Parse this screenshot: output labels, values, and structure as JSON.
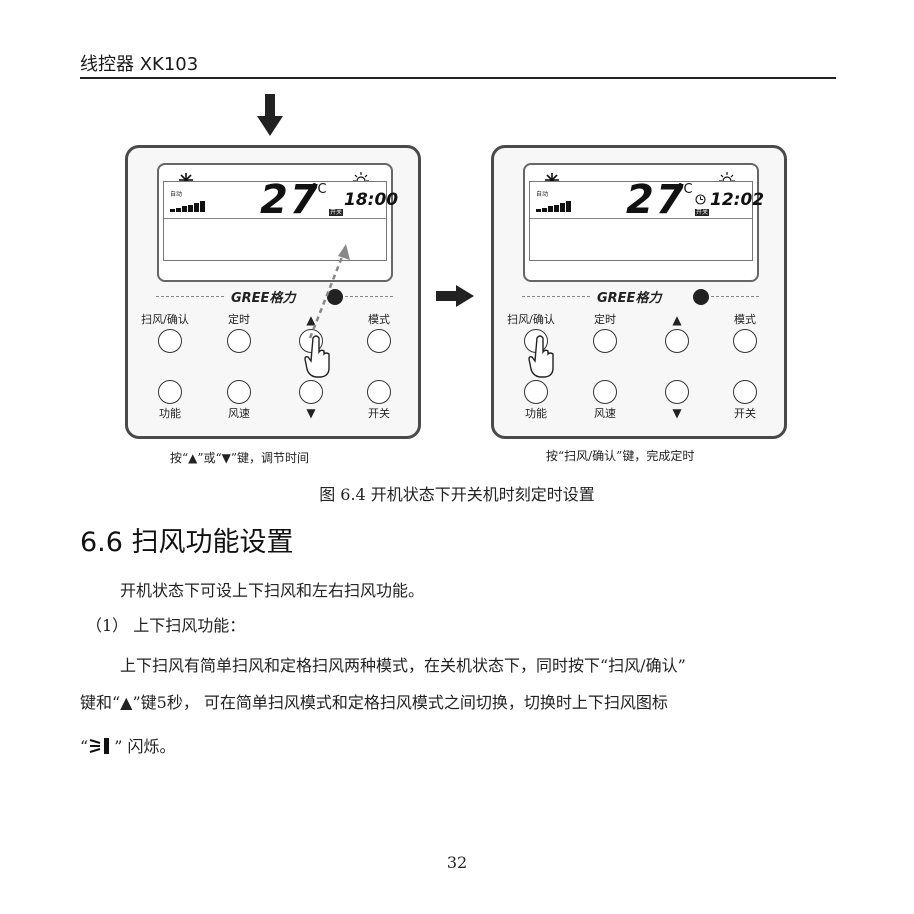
{
  "header": {
    "title": "线控器 XK103"
  },
  "panels": [
    {
      "lcd": {
        "mode_label": "自动",
        "temperature": "27",
        "unit": "°C",
        "time": "18:00",
        "onoff_badge": "开关"
      },
      "brand": "GREE格力",
      "buttons": {
        "top": [
          "扫风/确认",
          "定时",
          "▲",
          "模式"
        ],
        "bottom": [
          "功能",
          "风速",
          "▼",
          "开关"
        ]
      },
      "caption": "按“▲”或“▼”键，调节时间"
    },
    {
      "lcd": {
        "mode_label": "自动",
        "temperature": "27",
        "unit": "°C",
        "time": "12:02",
        "onoff_badge": "开关"
      },
      "brand": "GREE格力",
      "buttons": {
        "top": [
          "扫风/确认",
          "定时",
          "▲",
          "模式"
        ],
        "bottom": [
          "功能",
          "风速",
          "▼",
          "开关"
        ]
      },
      "caption": "按“扫风/确认”键，完成定时"
    }
  ],
  "figure_caption": "图 6.4 开机状态下开关机时刻定时设置",
  "section": {
    "title": "6.6 扫风功能设置"
  },
  "paragraphs": {
    "p1": "开机状态下可设上下扫风和左右扫风功能。",
    "p2": "（1） 上下扫风功能：",
    "p3_line1": "上下扫风有简单扫风和定格扫风两种模式，在关机状态下，同时按下“扫风/确认”",
    "p3_line2": "键和“▲”键5秒， 可在简单扫风模式和定格扫风模式之间切换，切换时上下扫风图标",
    "p3_line3_open": "“",
    "p3_line3_close": "” 闪烁。"
  },
  "page_number": "32"
}
